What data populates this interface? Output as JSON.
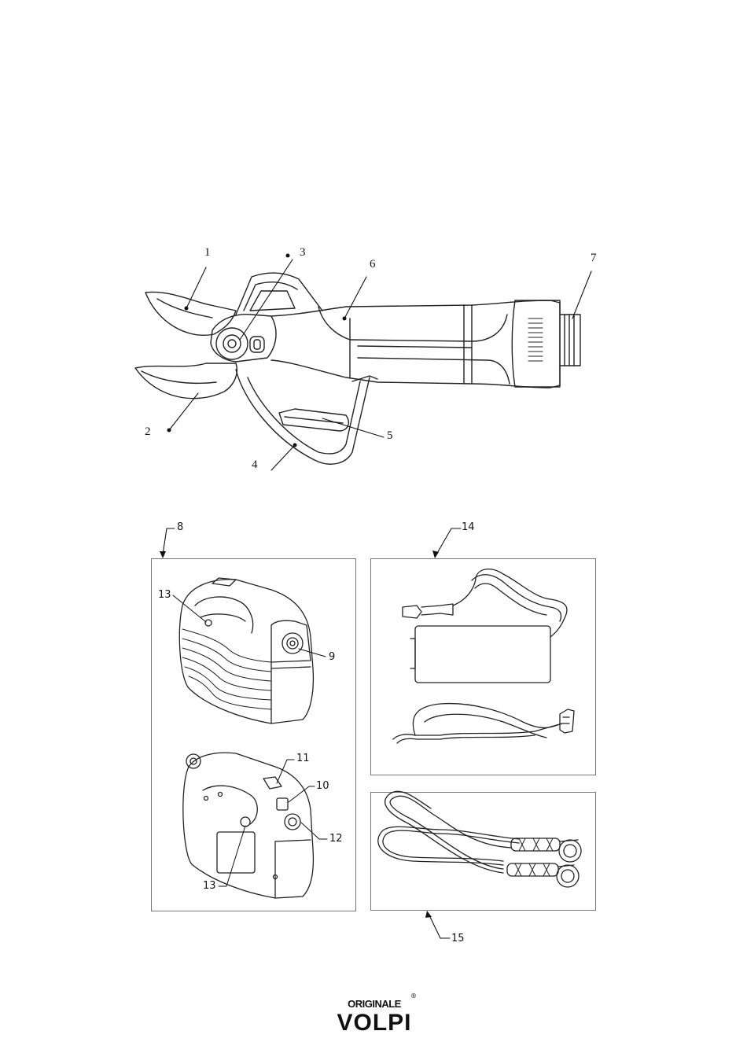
{
  "pruner_labels": [
    "1",
    "2",
    "3",
    "4",
    "5",
    "6",
    "7"
  ],
  "battery_labels": {
    "l8": "8",
    "l13a": "13",
    "l9": "9",
    "l11": "11",
    "l10": "10",
    "l12": "12",
    "l13b": "13"
  },
  "accessory_labels": {
    "l14": "14",
    "l15": "15"
  },
  "logo": {
    "top_text": "ORIGINALE",
    "brand_text": "VOLPI",
    "registered": "®"
  }
}
